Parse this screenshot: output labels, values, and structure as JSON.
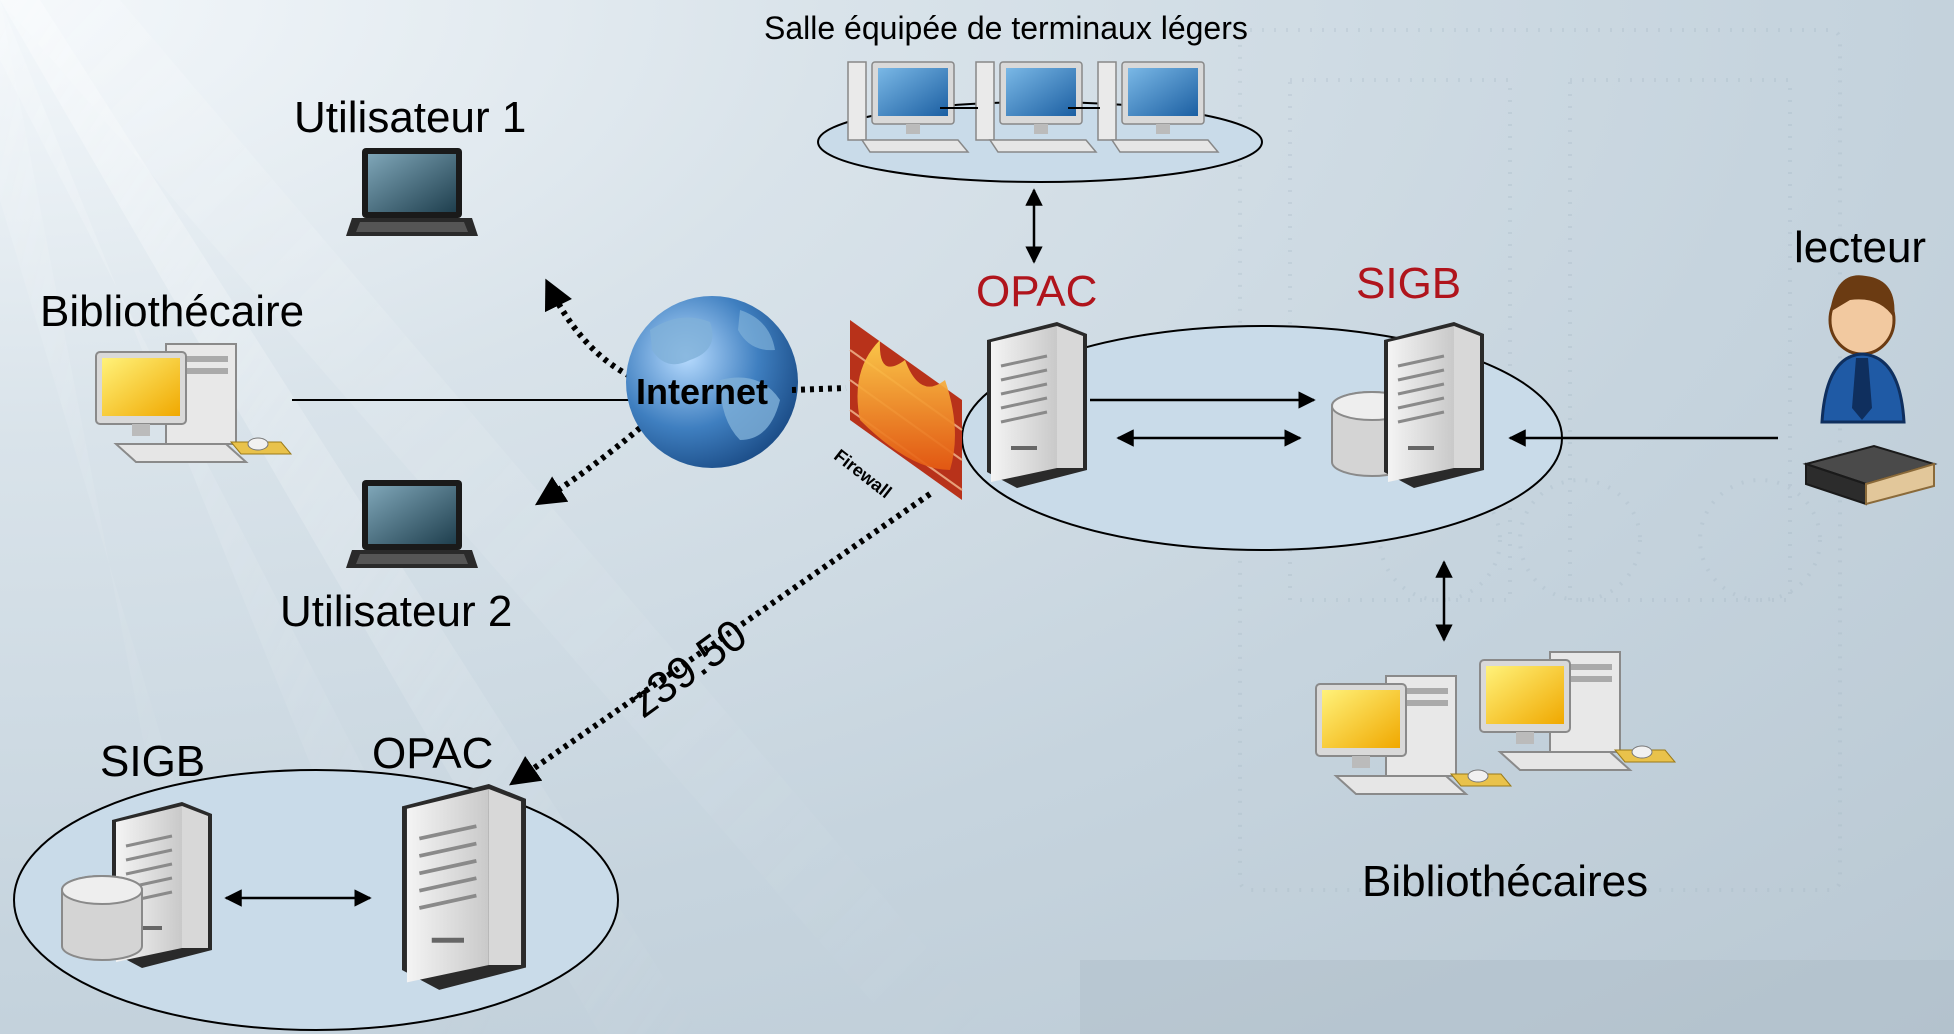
{
  "labels": {
    "room": "Salle équipée de terminaux légers",
    "user1": "Utilisateur 1",
    "user2": "Utilisateur 2",
    "librarian": "Bibliothécaire",
    "internet": "Internet",
    "firewall": "Firewall",
    "opac_top": "OPAC",
    "sigb_top": "SIGB",
    "reader": "lecteur",
    "librarians": "Bibliothécaires",
    "sigb_bottom": "SIGB",
    "opac_bottom": "OPAC",
    "protocol": "z39.50"
  },
  "colors": {
    "accent_red": "#b0141c",
    "network_zone": "#c9dbe9",
    "globe_blue": "#3f7fc0"
  },
  "icons": [
    "laptop-icon",
    "desktop-computer-icon",
    "server-icon",
    "database-icon",
    "globe-icon",
    "firewall-icon",
    "person-icon",
    "book-icon",
    "thin-client-icon"
  ]
}
